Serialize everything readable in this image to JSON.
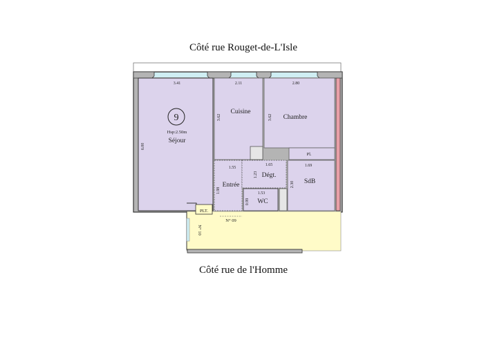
{
  "plan": {
    "top_street": "Côté rue Rouget-de-L'Isle",
    "bottom_street": "Côté rue de l'Homme",
    "lot_number": "9",
    "ceiling_height": "Hsp:2.50m",
    "rooms": {
      "sejour": {
        "name": "Séjour",
        "width": "3.41",
        "depth": "6.00"
      },
      "cuisine": {
        "name": "Cuisine",
        "width": "2.11",
        "depth": "3.62"
      },
      "chambre": {
        "name": "Chambre",
        "width": "2.80",
        "depth": "3.62"
      },
      "placard": {
        "name": "Pl."
      },
      "entree": {
        "name": "Entrée",
        "width": "1.55",
        "depth": "1.98"
      },
      "degagement": {
        "name": "Dégt.",
        "width": "1.65",
        "depth": "1.23"
      },
      "sdb": {
        "name": "SdB",
        "width": "1.69",
        "depth": "2.30"
      },
      "wc": {
        "name": "WC",
        "width": "1.53",
        "depth": "0.99"
      },
      "placard_technique": {
        "name": "PLT."
      }
    },
    "landing_labels": {
      "door_09": "N° 09",
      "door_10": "N° 10"
    },
    "colors": {
      "room_fill": "#dcd3ec",
      "landing_fill": "#fffbc8",
      "wall": "#b4b4b4",
      "wall_outline": "#333333",
      "window": "#cfeef3",
      "adjacent": "#e8a0a8"
    }
  }
}
